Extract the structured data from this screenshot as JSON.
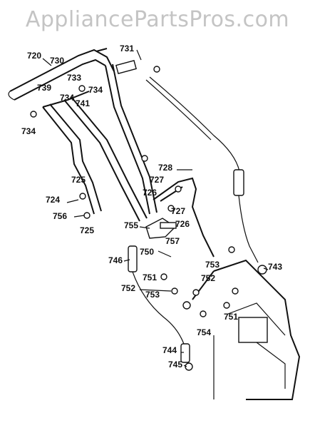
{
  "watermark": "AppliancePartsPros.com",
  "labels": [
    "720",
    "730",
    "731",
    "739",
    "733",
    "734",
    "734",
    "741",
    "734",
    "725",
    "724",
    "756",
    "725",
    "728",
    "727",
    "726",
    "727",
    "726",
    "755",
    "757",
    "750",
    "746",
    "751",
    "752",
    "752",
    "753",
    "753",
    "743",
    "751",
    "754",
    "744",
    "745"
  ]
}
